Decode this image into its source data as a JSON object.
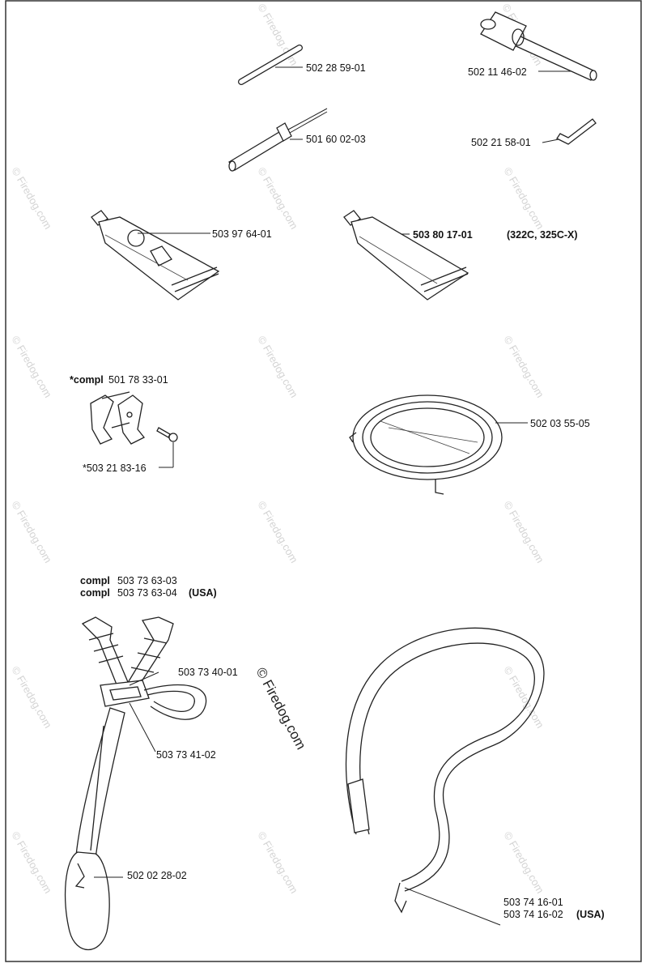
{
  "watermark": {
    "text": "© Firedog.com",
    "center_text": "© Firedog.com"
  },
  "labels": {
    "alignment_pin": "502 28 59-01",
    "combination_wrench": "502 11 46-02",
    "screwdriver": "501 60 02-03",
    "hex_key": "502 21 58-01",
    "grease_tube_1": "503 97 64-01",
    "grease_tube_2_part": "503 80 17-01",
    "grease_tube_2_models": "(322C, 325C-X)",
    "clamp_kit_prefix": "*compl",
    "clamp_kit": "501 78 33-01",
    "clamp_screw": "*503 21 83-16",
    "protective_ring": "502 03 55-05",
    "harness_prefix_1": "compl",
    "harness_part_1": "503 73 63-03",
    "harness_prefix_2": "compl",
    "harness_part_2": "503 73 63-04",
    "harness_part_2_region": "(USA)",
    "harness_buckle": "503 73 40-01",
    "harness_buckle_2": "503 73 41-02",
    "harness_hip_pad": "502 02 28-02",
    "strap_part_1": "503 74 16-01",
    "strap_part_2": "503 74 16-02",
    "strap_part_2_region": "(USA)"
  }
}
